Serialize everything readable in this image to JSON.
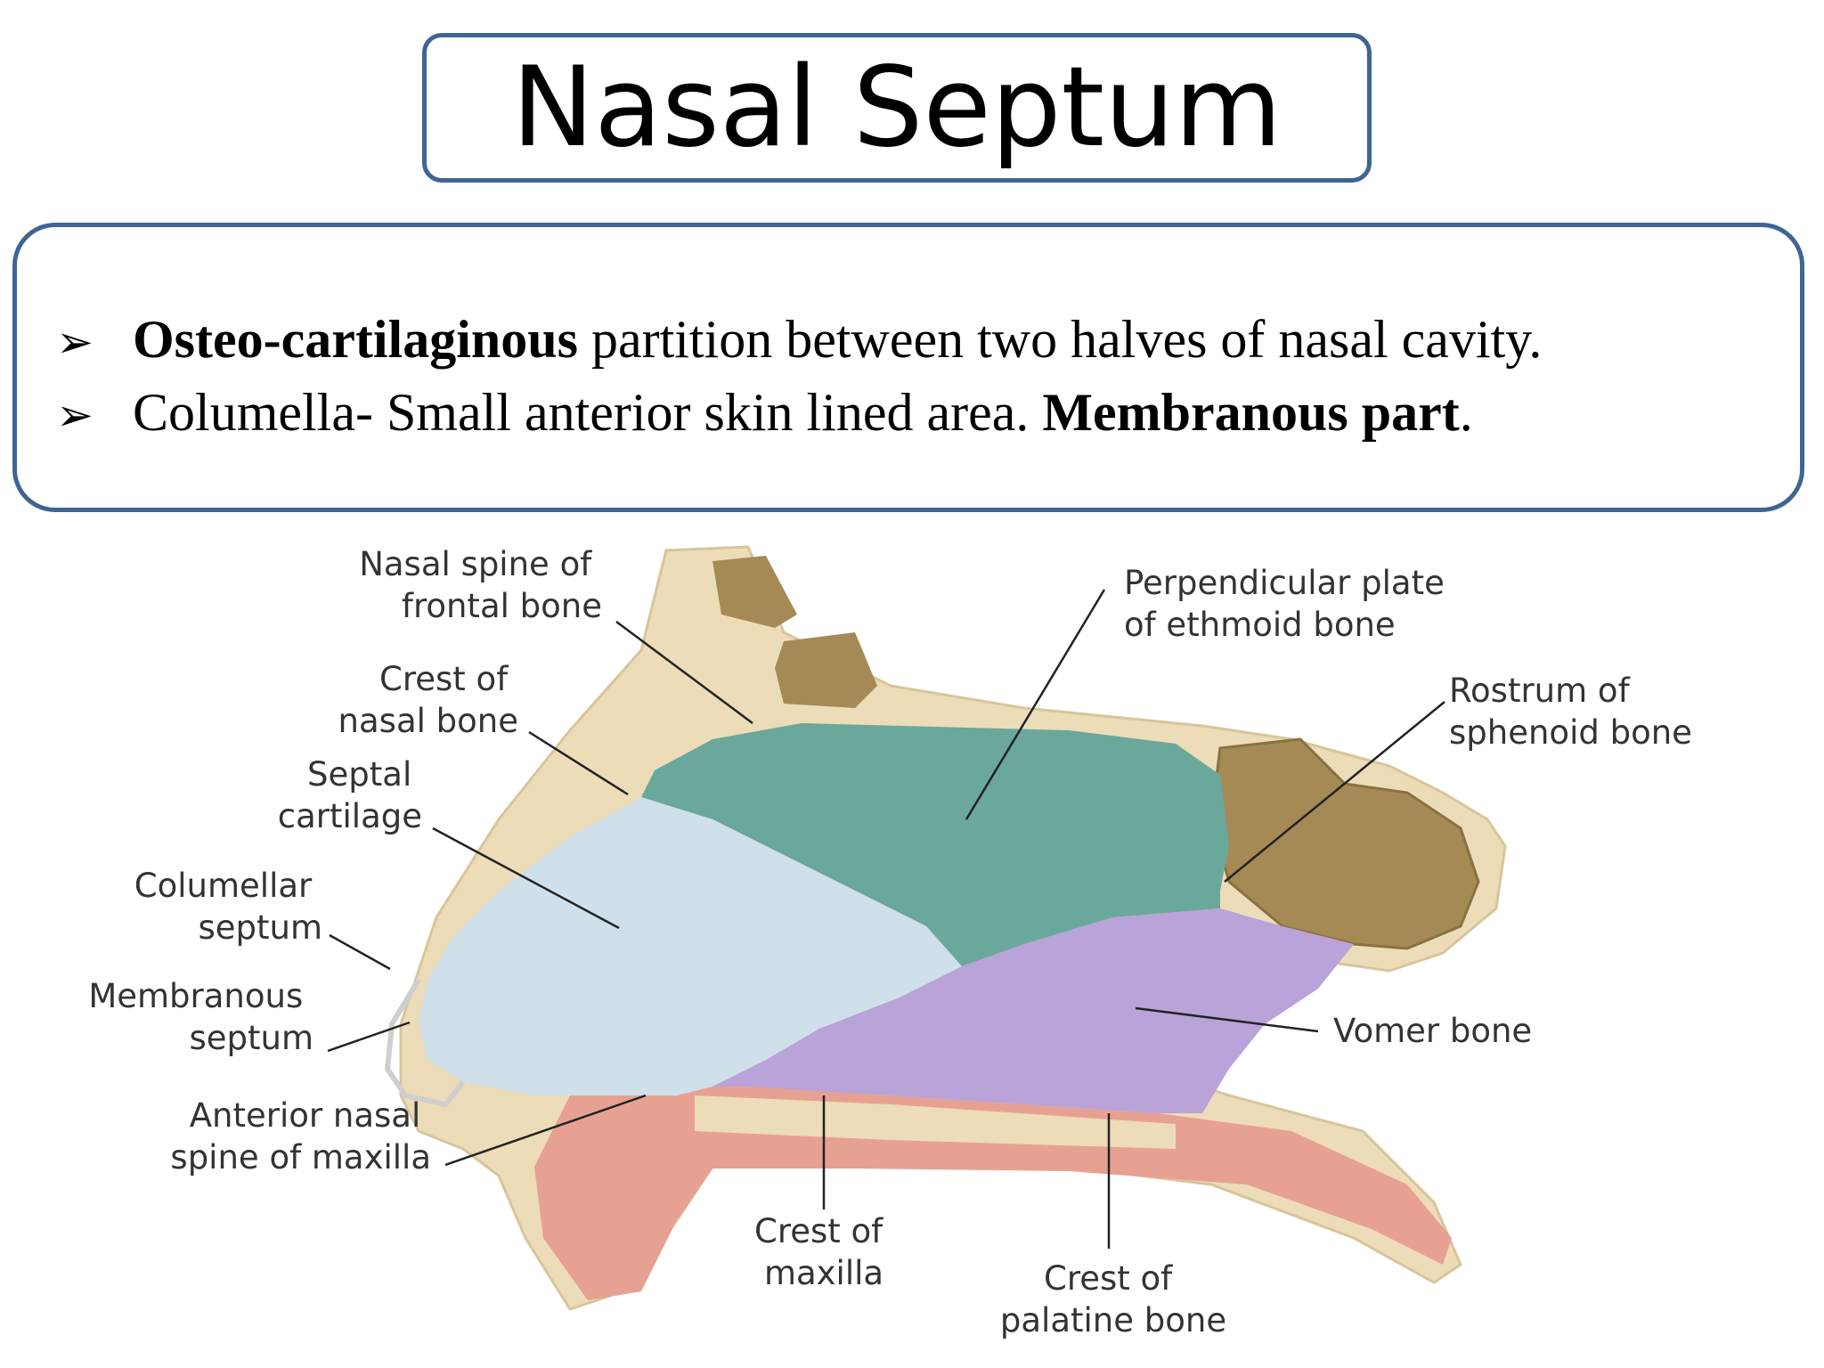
{
  "title": "Nasal Septum",
  "bullets": [
    {
      "marker": "➢",
      "bold": "Osteo-cartilaginous",
      "rest": " partition between two halves of nasal cavity.",
      "tail_bold": "",
      "tail": ""
    },
    {
      "marker": "➢",
      "bold": "",
      "rest": "Columella- Small anterior skin lined area. ",
      "tail_bold": "Membranous part",
      "tail": "."
    }
  ],
  "labels": {
    "nasal_spine_frontal": [
      "Nasal spine of",
      "frontal bone"
    ],
    "crest_nasal_bone": [
      "Crest of",
      "nasal bone"
    ],
    "septal_cartilage": [
      "Septal",
      "cartilage"
    ],
    "columellar_septum": [
      "Columellar",
      "septum"
    ],
    "membranous_septum": [
      "Membranous",
      "septum"
    ],
    "anterior_nasal_spine": [
      "Anterior nasal",
      "spine of maxilla"
    ],
    "crest_maxilla": [
      "Crest of",
      "maxilla"
    ],
    "crest_palatine": [
      "Crest of",
      "palatine bone"
    ],
    "perpendicular_plate": [
      "Perpendicular plate",
      "of ethmoid bone"
    ],
    "rostrum_sphenoid": [
      "Rostrum of",
      "sphenoid bone"
    ],
    "vomer": [
      "Vomer bone"
    ]
  },
  "colors": {
    "border": "#3e6593",
    "ethmoid": "#6aa89c",
    "septal_cartilage": "#cfe0ea",
    "vomer": "#b9a3d8",
    "sinus": "#a58a55",
    "bone": "#eddcb8",
    "palate_red": "#e7a192"
  }
}
